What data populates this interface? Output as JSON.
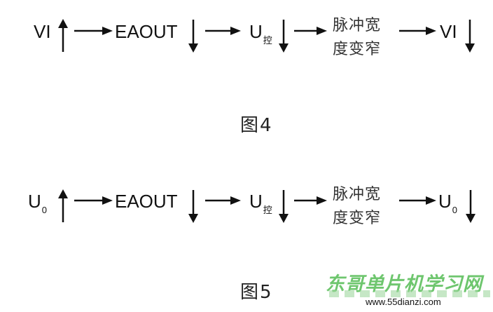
{
  "figures": [
    {
      "caption": "图4",
      "steps": [
        {
          "main": "VI",
          "sub": "",
          "dir": "up"
        },
        {
          "main": "EAOUT",
          "sub": "",
          "dir": "down"
        },
        {
          "main": "U",
          "sub": "控",
          "dir": "down"
        },
        {
          "line1": "脉冲宽",
          "line2": "度变窄"
        },
        {
          "main": "VI",
          "sub": "",
          "dir": "down"
        }
      ]
    },
    {
      "caption": "图5",
      "steps": [
        {
          "main": "U",
          "sub": "0",
          "dir": "up"
        },
        {
          "main": "EAOUT",
          "sub": "",
          "dir": "down"
        },
        {
          "main": "U",
          "sub": "控",
          "dir": "down"
        },
        {
          "line1": "脉冲宽",
          "line2": "度变窄"
        },
        {
          "main": "U",
          "sub": "0",
          "dir": "down"
        }
      ]
    }
  ],
  "watermark": {
    "site_name": "东哥单片机学习网",
    "url": "www.55dianzi.com"
  }
}
